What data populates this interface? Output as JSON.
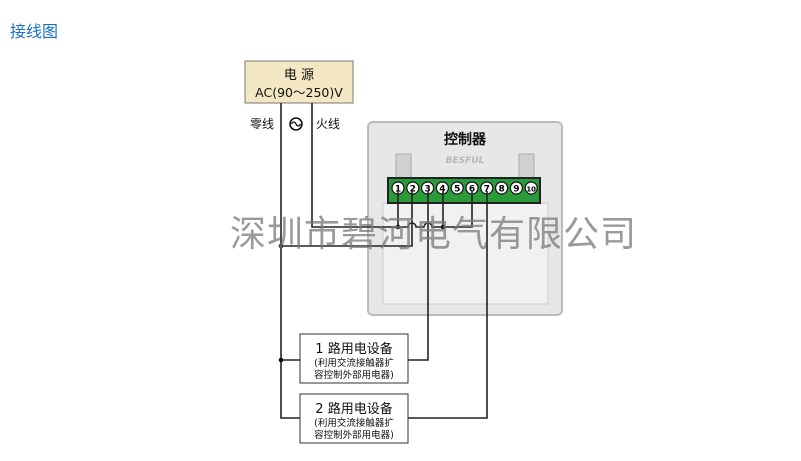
{
  "page": {
    "title": "接线图"
  },
  "power": {
    "line1": "电 源",
    "line2": "AC(90～250)V",
    "neutral_label": "零线",
    "live_label": "火线",
    "ac_symbol": "ac-source-icon"
  },
  "controller": {
    "title": "控制器",
    "brand": "BESFUL",
    "terminals": [
      "1",
      "2",
      "3",
      "4",
      "5",
      "6",
      "7",
      "8",
      "9",
      "10"
    ]
  },
  "devices": [
    {
      "title": "1 路用电设备",
      "note1": "(利用交流接触器扩",
      "note2": "容控制外部用电器)"
    },
    {
      "title": "2 路用电设备",
      "note1": "(利用交流接触器扩",
      "note2": "容控制外部用电器)"
    }
  ],
  "watermark": "深圳市碧河电气有限公司",
  "colors": {
    "title": "#1a6fc4",
    "terminal_strip": "#2a9a3a",
    "power_box": "#f3e7c4",
    "controller_body": "#e6e7e8"
  }
}
